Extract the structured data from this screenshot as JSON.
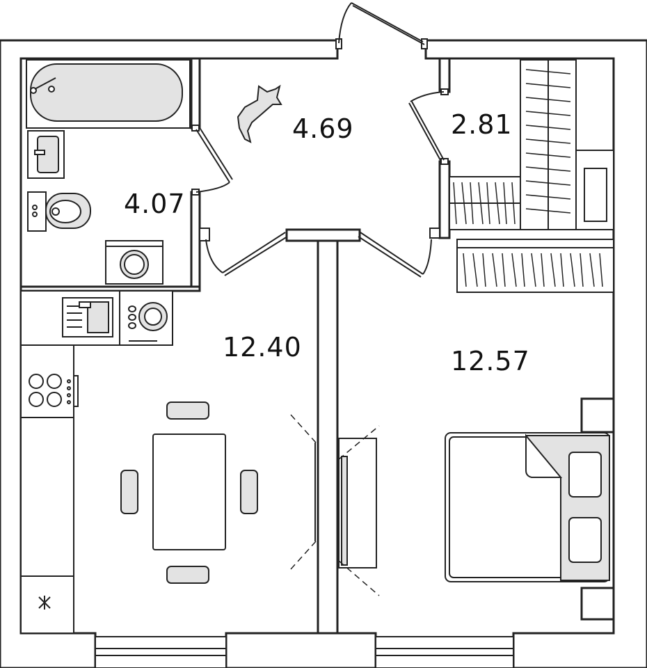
{
  "rooms": {
    "bathroom": {
      "area": "4.07"
    },
    "hallway": {
      "area": "4.69"
    },
    "storage": {
      "area": "2.81"
    },
    "kitchen": {
      "area": "12.40"
    },
    "bedroom": {
      "area": "12.57"
    }
  },
  "colors": {
    "line": "#222222",
    "furniture_fill": "#e3e3e3",
    "background": "#ffffff"
  },
  "icons": [
    "pet-silhouette-icon",
    "snowflake-icon"
  ]
}
